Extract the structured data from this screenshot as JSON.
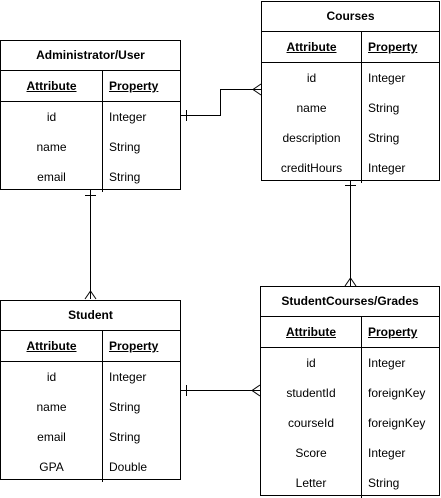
{
  "entities": {
    "admin": {
      "title": "Administrator/User",
      "headers": {
        "attribute": "Attribute",
        "property": "Property"
      },
      "rows": [
        {
          "attribute": "id",
          "property": "Integer"
        },
        {
          "attribute": "name",
          "property": "String"
        },
        {
          "attribute": "email",
          "property": "String"
        }
      ]
    },
    "courses": {
      "title": "Courses",
      "headers": {
        "attribute": "Attribute",
        "property": "Property"
      },
      "rows": [
        {
          "attribute": "id",
          "property": "Integer"
        },
        {
          "attribute": "name",
          "property": "String"
        },
        {
          "attribute": "description",
          "property": "String"
        },
        {
          "attribute": "creditHours",
          "property": "Integer"
        }
      ]
    },
    "student": {
      "title": "Student",
      "headers": {
        "attribute": "Attribute",
        "property": "Property"
      },
      "rows": [
        {
          "attribute": "id",
          "property": "Integer"
        },
        {
          "attribute": "name",
          "property": "String"
        },
        {
          "attribute": "email",
          "property": "String"
        },
        {
          "attribute": "GPA",
          "property": "Double"
        }
      ]
    },
    "grades": {
      "title": "StudentCourses/Grades",
      "headers": {
        "attribute": "Attribute",
        "property": "Property"
      },
      "rows": [
        {
          "attribute": "id",
          "property": "Integer"
        },
        {
          "attribute": "studentId",
          "property": "foreignKey"
        },
        {
          "attribute": "courseId",
          "property": "foreignKey"
        },
        {
          "attribute": "Score",
          "property": "Integer"
        },
        {
          "attribute": "Letter",
          "property": "String"
        }
      ]
    }
  },
  "relationships": [
    {
      "from": "Administrator/User",
      "to": "Courses",
      "from_end": "one",
      "to_end": "many"
    },
    {
      "from": "Administrator/User",
      "to": "Student",
      "from_end": "one",
      "to_end": "many"
    },
    {
      "from": "Courses",
      "to": "StudentCourses/Grades",
      "from_end": "one",
      "to_end": "many"
    },
    {
      "from": "Student",
      "to": "StudentCourses/Grades",
      "from_end": "one",
      "to_end": "many"
    }
  ]
}
